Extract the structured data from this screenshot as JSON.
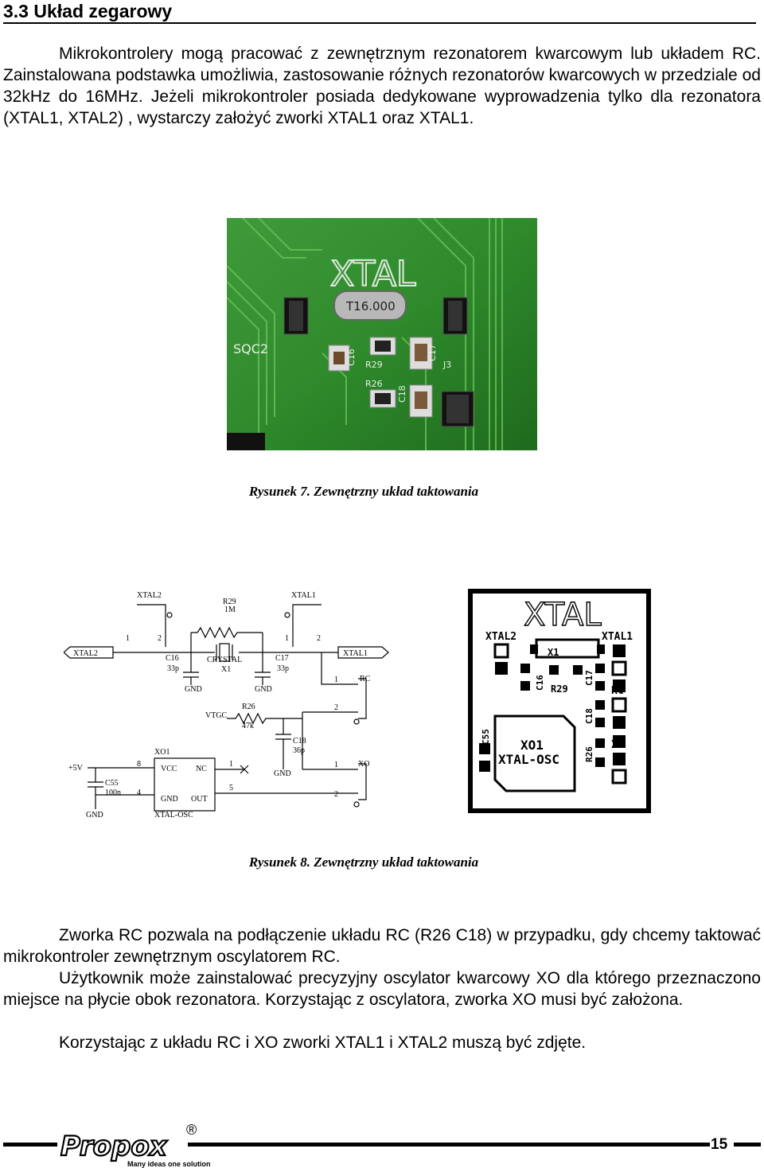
{
  "section": {
    "number_title": "3.3  Układ zegarowy"
  },
  "intro": "Mikrokontrolery mogą pracować z zewnętrznym rezonatorem kwarcowym lub układem RC. Zainstalowana podstawka umożliwia, zastosowanie różnych rezonatorów kwarcowych w przedziale od 32kHz do 16MHz. Jeżeli mikrokontroler posiada dedykowane wyprowadzenia tylko dla rezonatora (XTAL1, XTAL2) , wystarczy założyć zworki XTAL1 oraz XTAL1.",
  "figure7": {
    "caption": "Rysunek 7. Zewnętrzny układ taktowania",
    "photo_text": {
      "xtal": "XTAL",
      "crystal": "T16.000",
      "j3": "J3",
      "c16": "C16",
      "r29": "R29",
      "c17": "C17",
      "r26": "R26",
      "c18": "C18",
      "sqc2": "SQC2"
    }
  },
  "figure8": {
    "caption": "Rysunek 8. Zewnętrzny układ taktowania",
    "schematic": {
      "xtal2_top": "XTAL2",
      "xtal1_top": "XTAL1",
      "r29": "R29",
      "r29_val": "1M",
      "xtal2_left": "XTAL2",
      "xtal1_right": "XTAL1",
      "c16": "C16",
      "c16_val": "33p",
      "crystal": "CRYSTAL",
      "x1": "X1",
      "c17": "C17",
      "c17_val": "33p",
      "gnd": "GND",
      "rc": "RC",
      "vtgc": "VTGC",
      "r26": "R26",
      "r26_val": "47k",
      "c18": "C18",
      "c18_val": "36p",
      "xo1": "XO1",
      "plus5v": "+5V",
      "vcc": "VCC",
      "nc": "NC",
      "out": "OUT",
      "c55": "C55",
      "c55_val": "100n",
      "xtal_osc": "XTAL-OSC",
      "xo": "XO",
      "pin1": "1",
      "pin2": "2",
      "pin4": "4",
      "pin5": "5",
      "pin8": "8"
    },
    "pcb": {
      "title": "XTAL",
      "xtal2": "XTAL2",
      "xtal1": "XTAL1",
      "x1": "X1",
      "c16": "C16",
      "r29": "R29",
      "c17": "C17",
      "rc": "RC",
      "c18": "C18",
      "c55": "C55",
      "xo1": "XO1",
      "xtal_osc": "XTAL-OSC",
      "r26": "R26",
      "xo": "XO"
    }
  },
  "paragraphs": {
    "p1": "Zworka RC pozwala na podłączenie układu RC (R26 C18) w przypadku, gdy chcemy taktować mikrokontroler zewnętrznym oscylatorem RC.",
    "p2": "Użytkownik może zainstalować precyzyjny oscylator kwarcowy XO dla którego przeznaczono miejsce na płycie obok rezonatora. Korzystając z oscylatora, zworka XO musi być założona.",
    "p3": "Korzystając z układu RC i XO zworki XTAL1 i XTAL2 muszą być zdjęte."
  },
  "footer": {
    "logo": "Propox",
    "registered": "®",
    "tagline": "Many ideas one solution",
    "page_number": "15"
  }
}
